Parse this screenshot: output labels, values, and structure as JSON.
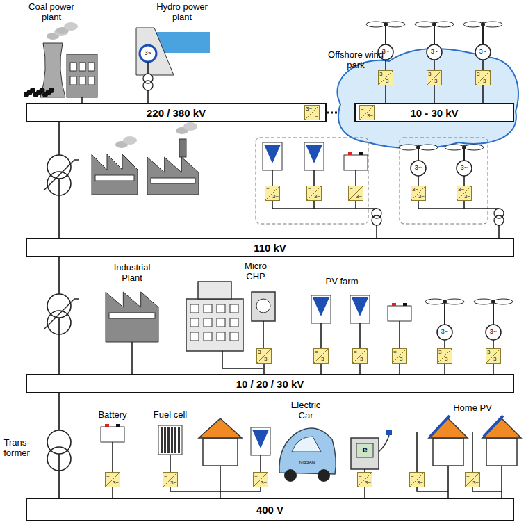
{
  "diagram": {
    "nodes": [
      {
        "text": [
          "220 / 380 kV"
        ]
      },
      {
        "text": [
          "10 - 30 kV"
        ]
      },
      {
        "text": [
          "110 kV"
        ]
      },
      {
        "text": [
          "10 / 20 / 30 kV"
        ]
      },
      {
        "text": [
          "400 V"
        ]
      }
    ],
    "edges": [
      {
        "from": 0,
        "to": 1,
        "arrow": "none"
      },
      {
        "from": 0,
        "to": 2,
        "arrow": "none"
      },
      {
        "from": 2,
        "to": 3,
        "arrow": "none"
      },
      {
        "from": 3,
        "to": 4,
        "arrow": "none"
      }
    ],
    "labels": [
      "Coal power plant",
      "Hydro power plant",
      "Offshore wind park",
      "Industrial Plant",
      "Micro CHP",
      "PV farm",
      "Battery",
      "Fuel cell",
      "Electric Car",
      "Trans- former",
      "Home PV",
      "e",
      "3~",
      "3~",
      "3~",
      "3~",
      "3~",
      "3~",
      "3~",
      "3~",
      "3~",
      "=",
      "=",
      "3~",
      "3~",
      "3~",
      "3~",
      "3~",
      "3~",
      "3~",
      "=",
      "3~",
      "=",
      "3~",
      "=",
      "3~",
      "3~",
      "3~",
      "3~",
      "3~",
      "3~",
      "3~",
      "=",
      "3~",
      "=",
      "3~",
      "=",
      "3~",
      "3~",
      "3~",
      "3~",
      "3~",
      "=",
      "3~",
      "=",
      "3~",
      "=",
      "3~",
      "=",
      "3~",
      "=",
      "3~",
      "=",
      "3~",
      "NISSAN"
    ]
  }
}
